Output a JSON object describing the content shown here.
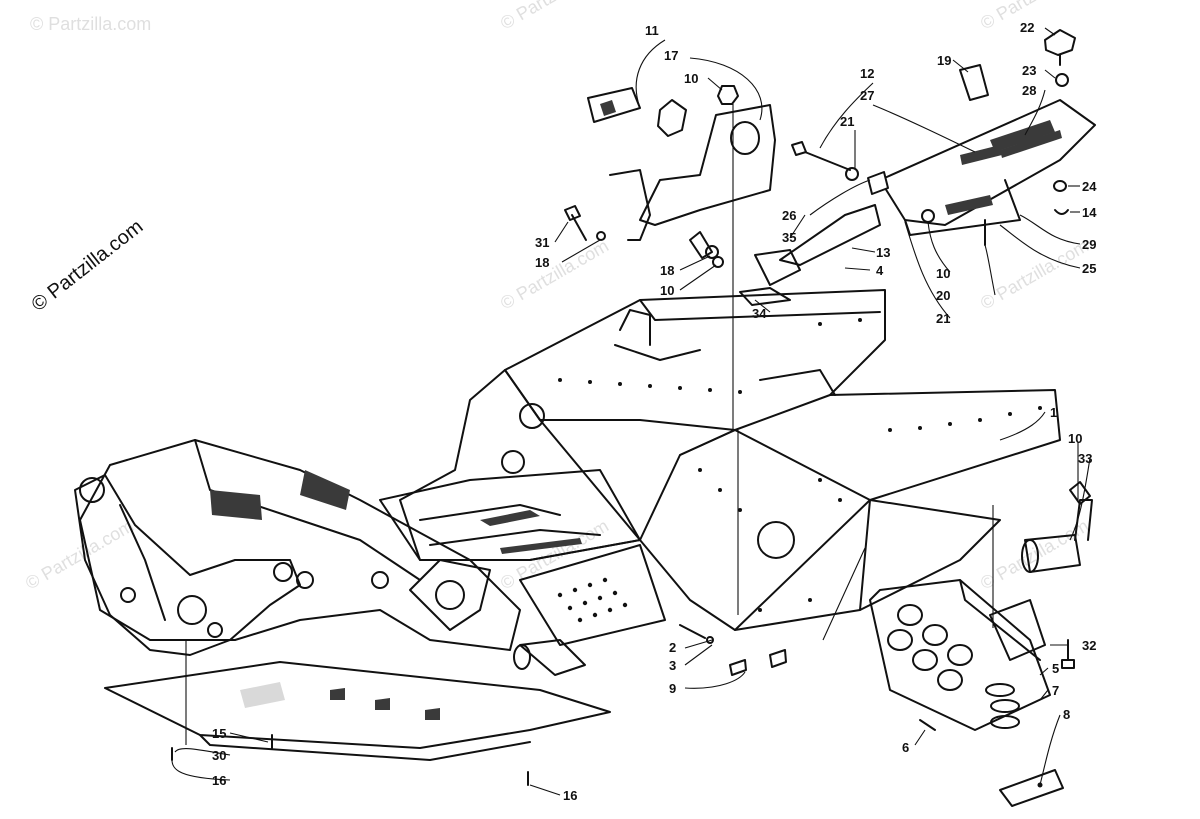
{
  "watermark": {
    "site_text": "© Partzilla.com"
  },
  "callouts": {
    "c1": "1",
    "c2": "2",
    "c3": "3",
    "c4": "4",
    "c5": "5",
    "c6": "6",
    "c7": "7",
    "c8": "8",
    "c9": "9",
    "c10a": "10",
    "c10b": "10",
    "c10c": "10",
    "c10d": "10",
    "c11": "11",
    "c12": "12",
    "c13": "13",
    "c14": "14",
    "c15": "15",
    "c16a": "16",
    "c16b": "16",
    "c17": "17",
    "c18a": "18",
    "c18b": "18",
    "c19": "19",
    "c20": "20",
    "c21a": "21",
    "c21b": "21",
    "c22": "22",
    "c23": "23",
    "c24": "24",
    "c25": "25",
    "c26": "26",
    "c27": "27",
    "c28": "28",
    "c29": "29",
    "c30": "30",
    "c31": "31",
    "c32": "32",
    "c33": "33",
    "c34": "34",
    "c35": "35"
  },
  "colors": {
    "ink": "#111111",
    "paper": "#ffffff",
    "watermark": "#cfcfcf"
  }
}
